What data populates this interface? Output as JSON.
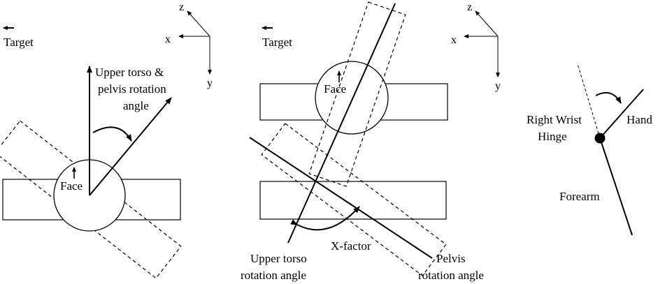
{
  "colors": {
    "ink": "#000000",
    "background": "#ffffff"
  },
  "panel1": {
    "target": "Target",
    "axes": {
      "z": "z",
      "x": "x",
      "y": "y"
    },
    "face": "Face",
    "angle_label": [
      "Upper torso &",
      "pelvis rotation",
      "angle"
    ]
  },
  "panel2": {
    "target": "Target",
    "axes": {
      "z": "z",
      "x": "x",
      "y": "y"
    },
    "face": "Face",
    "upper_torso_label": [
      "Upper torso",
      "rotation angle"
    ],
    "xfactor_label": "X-factor",
    "pelvis_label": [
      "Pelvis",
      "rotation angle"
    ]
  },
  "panel3": {
    "wrist_label": [
      "Right Wrist",
      "Hinge"
    ],
    "hand_label": "Hand",
    "forearm_label": "Forearm"
  }
}
